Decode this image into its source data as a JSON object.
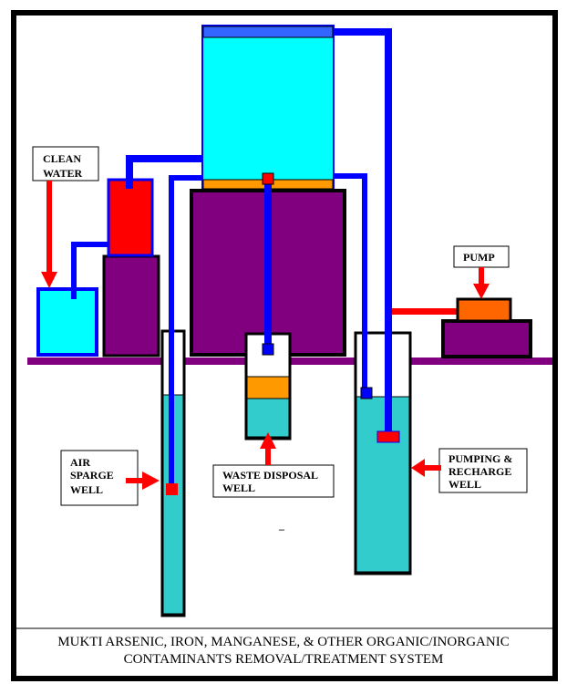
{
  "diagram": {
    "title_line1": "MUKTI ARSENIC, IRON, MANGANESE, & OTHER ORGANIC/INORGANIC",
    "title_line2": "CONTAMINANTS REMOVAL/TREATMENT SYSTEM",
    "labels": {
      "clean_water": [
        "CLEAN",
        "WATER"
      ],
      "pump": "PUMP",
      "air_sparge_well": [
        "AIR",
        "SPARGE",
        "WELL"
      ],
      "waste_disposal_well": [
        "WASTE DISPOSAL",
        "WELL"
      ],
      "pumping_recharge_well": [
        "PUMPING &",
        "RECHARGE",
        "WELL"
      ],
      "stray_mark": "_"
    },
    "colors": {
      "pipe": "#0000ff",
      "arrow": "#ff0000",
      "water_tank": "#00ffff",
      "ground_water": "#33cccc",
      "purple": "#800080",
      "orange_layer": "#ff9900",
      "pump_body": "#ff6600",
      "tank_lid": "#3366ff",
      "red_tank": "#ff0000",
      "frame": "#000000"
    }
  }
}
